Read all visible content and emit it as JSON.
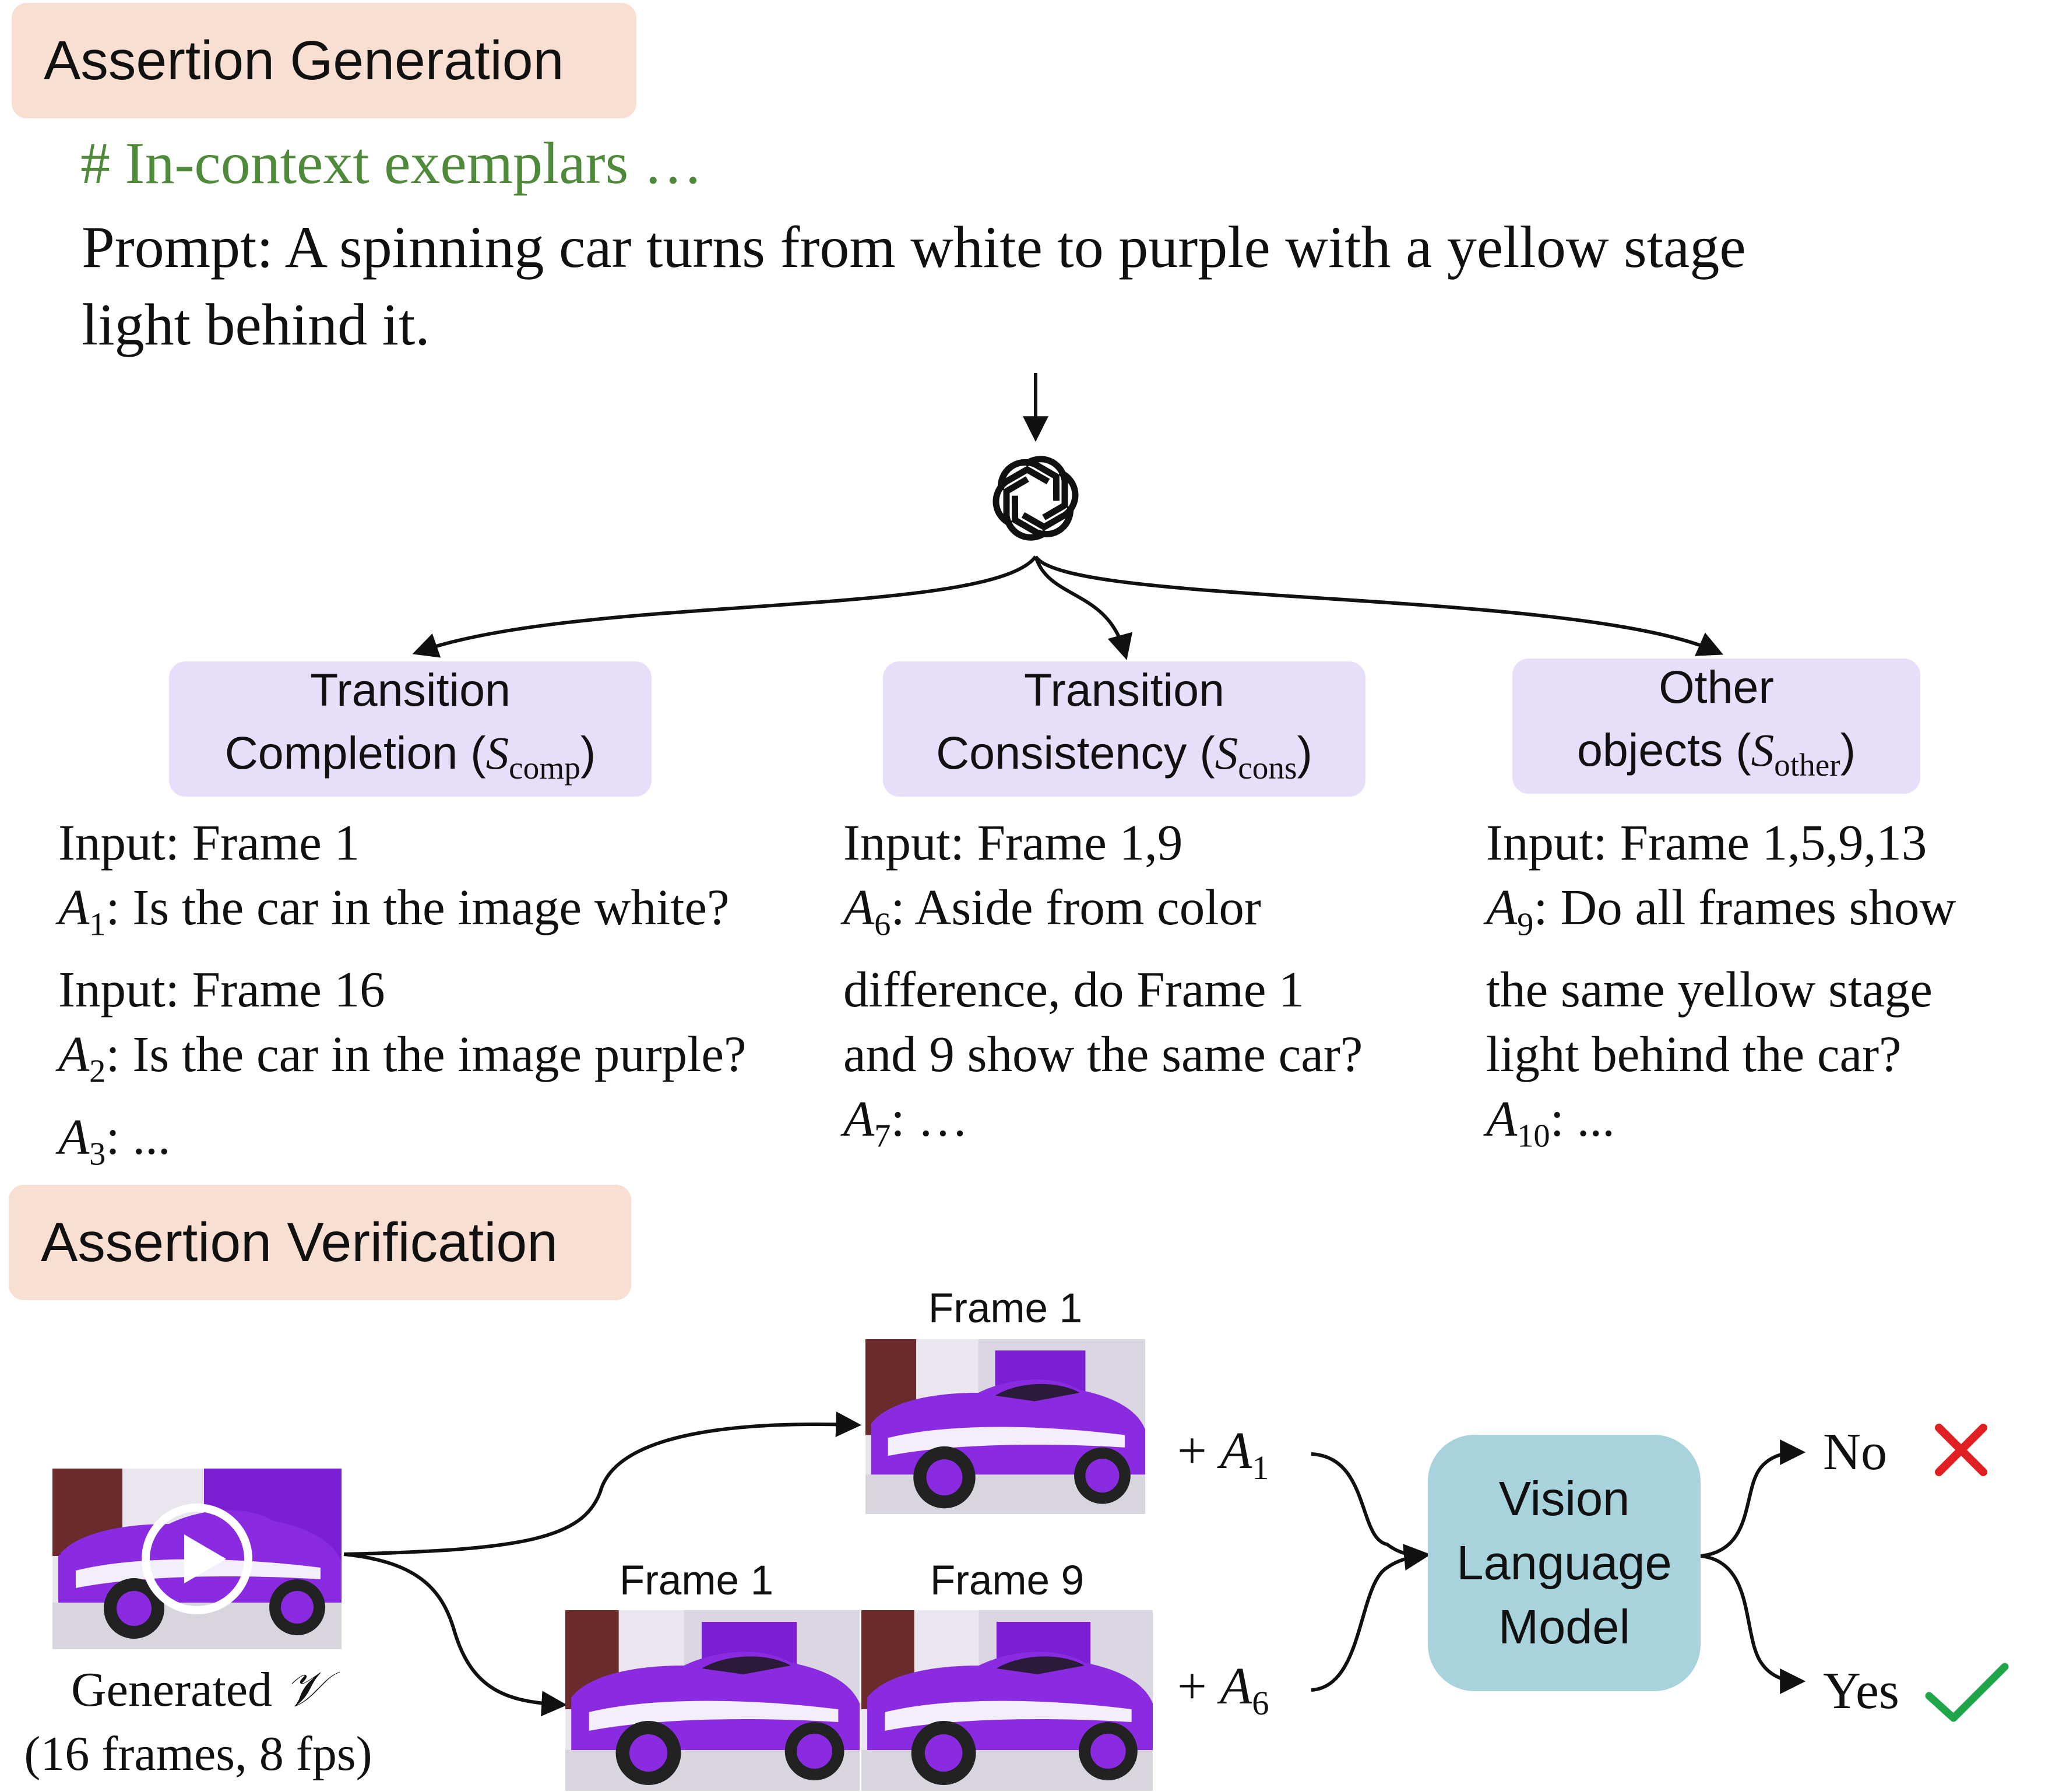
{
  "sections": {
    "generation_title": "Assertion Generation",
    "verification_title": "Assertion Verification"
  },
  "generation": {
    "comment": "# In-context exemplars …",
    "prompt_line1": "Prompt: A spinning car turns from white to purple with a yellow stage",
    "prompt_line2": "light behind it."
  },
  "categories": [
    {
      "line1": "Transition",
      "line2_text": "Completion (",
      "symbol": "S",
      "subscript": "comp",
      "close": ")",
      "items": [
        {
          "prefix": "",
          "sub": "",
          "text": "Input: Frame 1"
        },
        {
          "prefix": "A",
          "sub": "1",
          "text": ": Is the car in the image white?"
        },
        {
          "prefix": "",
          "sub": "",
          "text": "Input: Frame 16"
        },
        {
          "prefix": "A",
          "sub": "2",
          "text": ": Is the car in the image purple?"
        },
        {
          "prefix": "A",
          "sub": "3",
          "text": ": ..."
        }
      ]
    },
    {
      "line1": "Transition",
      "line2_text": "Consistency (",
      "symbol": "S",
      "subscript": "cons",
      "close": ")",
      "items": [
        {
          "prefix": "",
          "sub": "",
          "text": "Input: Frame 1,9"
        },
        {
          "prefix": "A",
          "sub": "6",
          "text": ": Aside from color"
        },
        {
          "prefix": "",
          "sub": "",
          "text": "difference, do Frame 1"
        },
        {
          "prefix": "",
          "sub": "",
          "text": "and 9 show the same car?"
        },
        {
          "prefix": "A",
          "sub": "7",
          "text": ": …"
        }
      ]
    },
    {
      "line1": "Other",
      "line2_text": "objects (",
      "symbol": "S",
      "subscript": "other",
      "close": ")",
      "items": [
        {
          "prefix": "",
          "sub": "",
          "text": "Input: Frame 1,5,9,13"
        },
        {
          "prefix": "A",
          "sub": "9",
          "text": ": Do all frames show"
        },
        {
          "prefix": "",
          "sub": "",
          "text": "the same yellow stage"
        },
        {
          "prefix": "",
          "sub": "",
          "text": "light behind the car?"
        },
        {
          "prefix": "A",
          "sub": "10",
          "text": ": ..."
        }
      ]
    }
  ],
  "verification": {
    "video_caption_line1": "Generated ",
    "video_symbol": "𝒱",
    "video_caption_line2": "(16 frames, 8 fps)",
    "top_frame_label": "Frame 1",
    "bottom_frame_labels": [
      "Frame 1",
      "Frame 9"
    ],
    "plus_top": {
      "text": "+ ",
      "symbol": "A",
      "sub": "1"
    },
    "plus_bottom": {
      "text": "+ ",
      "symbol": "A",
      "sub": "6"
    },
    "vlm_lines": [
      "Vision",
      "Language",
      "Model"
    ],
    "answer_no": "No",
    "answer_yes": "Yes"
  },
  "colors": {
    "section_header_bg": "#f8dfd1",
    "category_box_bg": "#e7dffa",
    "vlm_box_bg": "#a8d3dc",
    "comment_text": "#4f8a3a",
    "no_mark": "#e02020",
    "yes_mark": "#1fa64a",
    "car_purple": "#8a2be2"
  },
  "icons": [
    "openai-logo-icon",
    "play-icon",
    "cross-icon",
    "check-icon"
  ]
}
